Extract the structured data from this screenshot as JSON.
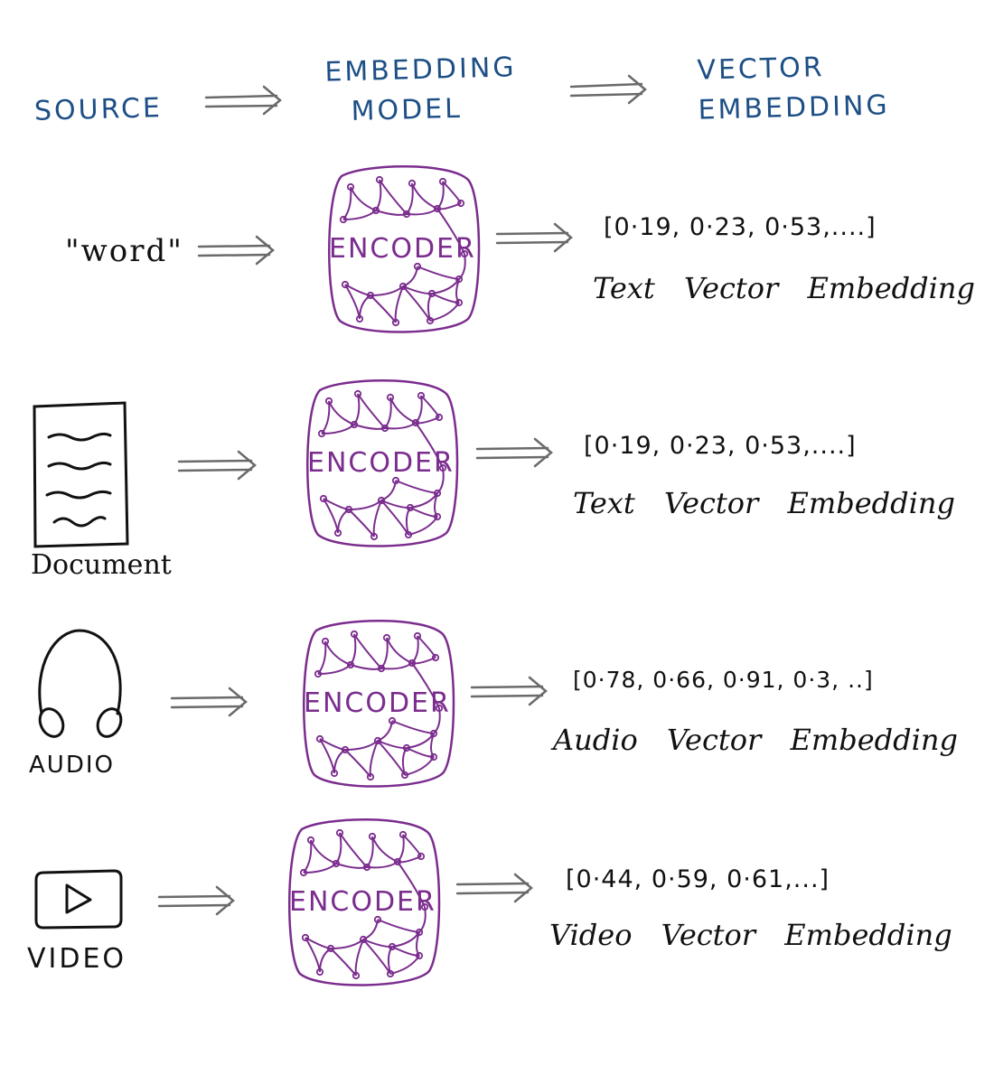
{
  "header": {
    "source": "SOURCE",
    "model_line1": "EMBEDDING",
    "model_line2": "MODEL",
    "vector_line1": "VECTOR",
    "vector_line2": "EMBEDDING"
  },
  "encoder_label": "ENCODER",
  "rows": [
    {
      "source": "\"word\"",
      "vector": "[0·19, 0·23, 0·53,....]",
      "embedding": "Text Vector Embedding",
      "icon": "none"
    },
    {
      "source": "Document",
      "vector": "[0·19, 0·23, 0·53,....]",
      "embedding": "Text Vector Embedding",
      "icon": "document-icon"
    },
    {
      "source": "AUDIO",
      "vector": "[0·78, 0·66, 0·91, 0·3, ..]",
      "embedding": "Audio Vector Embedding",
      "icon": "headphones-icon"
    },
    {
      "source": "VIDEO",
      "vector": "[0·44, 0·59, 0·61,...]",
      "embedding": "Video Vector Embedding",
      "icon": "video-play-icon"
    }
  ],
  "colors": {
    "header": "#1d4f86",
    "encoder": "#7b2d8e",
    "arrow": "#6a6a6a",
    "ink": "#111111"
  }
}
